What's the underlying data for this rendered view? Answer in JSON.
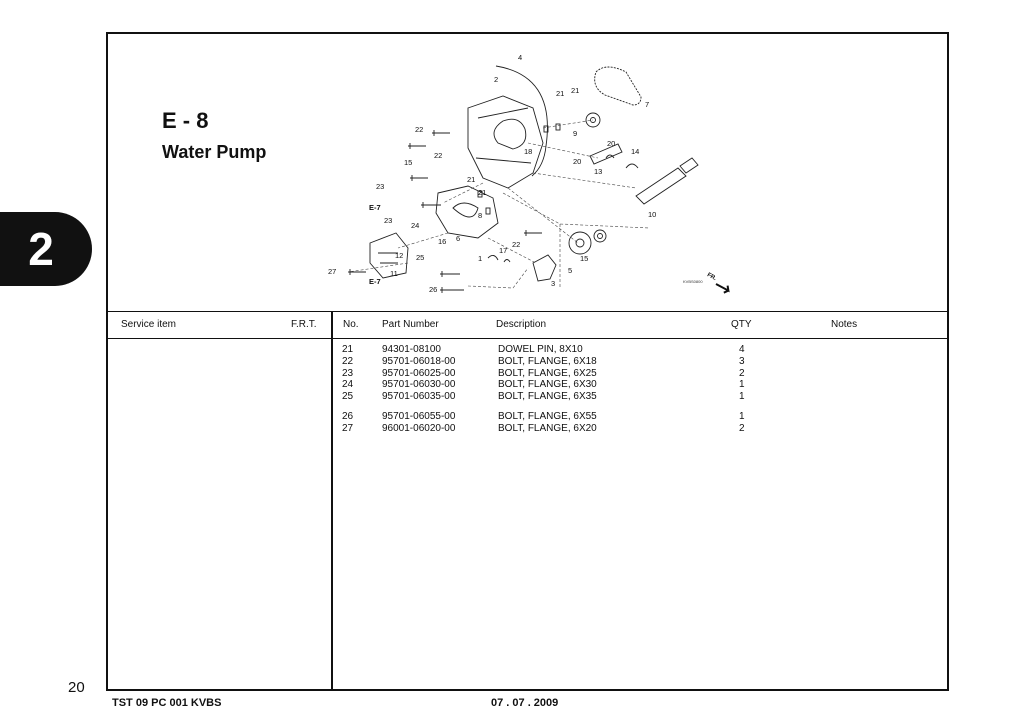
{
  "chapter": "2",
  "page_number": "20",
  "section": {
    "code": "E - 8",
    "title": "Water Pump"
  },
  "diagram": {
    "callouts": [
      "2",
      "4",
      "21",
      "21",
      "7",
      "9",
      "20",
      "22",
      "18",
      "14",
      "20",
      "13",
      "15",
      "22",
      "21",
      "23",
      "21",
      "E-7",
      "23",
      "8",
      "10",
      "24",
      "22",
      "16",
      "6",
      "17",
      "15",
      "1",
      "25",
      "12",
      "3",
      "5",
      "27",
      "11",
      "E-7",
      "26"
    ],
    "direction_mark": "FR.",
    "figure_code": "KVBS0800"
  },
  "table": {
    "headers": {
      "service_item": "Service item",
      "frt": "F.R.T.",
      "no": "No.",
      "part_number": "Part Number",
      "description": "Description",
      "qty": "QTY",
      "notes": "Notes"
    },
    "rows": [
      {
        "no": "21",
        "part_number": "94301-08100",
        "description": "DOWEL PIN, 8X10",
        "qty": "4"
      },
      {
        "no": "22",
        "part_number": "95701-06018-00",
        "description": "BOLT, FLANGE, 6X18",
        "qty": "3"
      },
      {
        "no": "23",
        "part_number": "95701-06025-00",
        "description": "BOLT, FLANGE, 6X25",
        "qty": "2"
      },
      {
        "no": "24",
        "part_number": "95701-06030-00",
        "description": "BOLT, FLANGE, 6X30",
        "qty": "1"
      },
      {
        "no": "25",
        "part_number": "95701-06035-00",
        "description": "BOLT, FLANGE, 6X35",
        "qty": "1"
      },
      {
        "no": "26",
        "part_number": "95701-06055-00",
        "description": "BOLT, FLANGE, 6X55",
        "qty": "1"
      },
      {
        "no": "27",
        "part_number": "96001-06020-00",
        "description": "BOLT, FLANGE, 6X20",
        "qty": "2"
      }
    ]
  },
  "footer": {
    "doc_code": "TST 09 PC 001 KVBS",
    "date": "07 . 07 . 2009"
  }
}
